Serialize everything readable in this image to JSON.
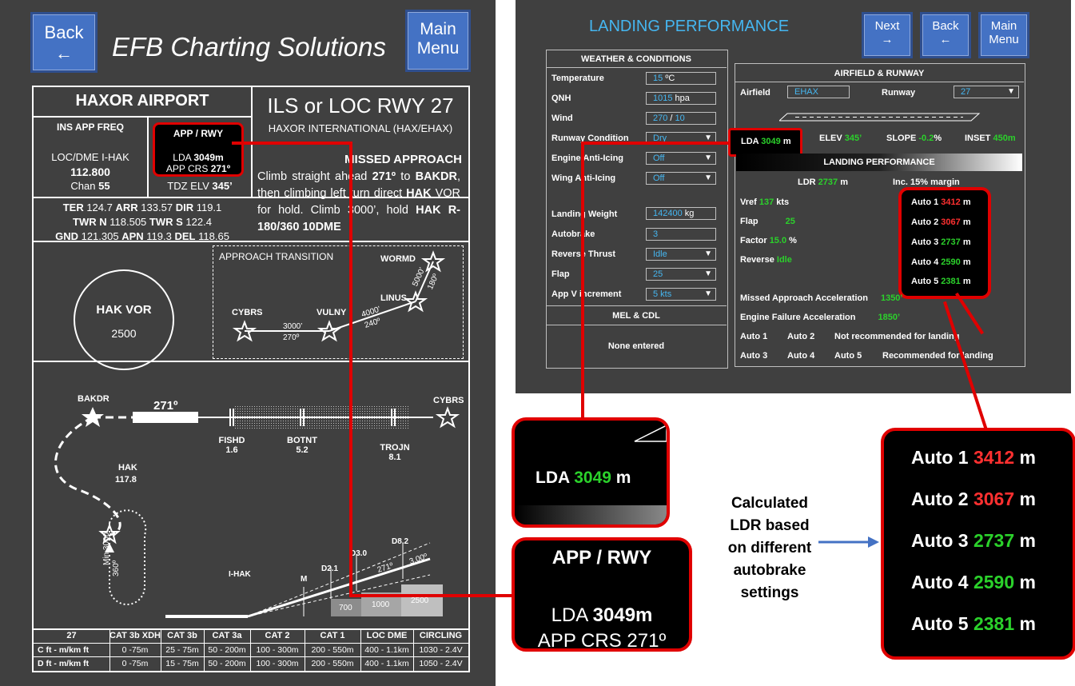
{
  "left_chart": {
    "back_button": {
      "label": "Back",
      "arrow": "←"
    },
    "title": "EFB Charting Solutions",
    "main_menu_button": {
      "line1": "Main",
      "line2": "Menu"
    },
    "airport_name": "HAXOR AIRPORT",
    "approach_title": "ILS or LOC RWY 27",
    "approach_subtitle": "HAXOR INTERNATIONAL (HAX/EHAX)",
    "ins_app_freq_label": "INS APP FREQ",
    "loc_dme": "LOC/DME  I-HAK",
    "loc_freq": "112.800",
    "chan_label": "Chan",
    "chan_value": "55",
    "app_rwy_label": "APP / RWY",
    "lda_label": "LDA",
    "lda_value": "3049m",
    "app_crs_label": "APP CRS",
    "app_crs_value": "271º",
    "tdz_label": "TDZ ELV",
    "tdz_value": "345’",
    "freqs": {
      "ter_l": "TER",
      "ter_v": "124.7",
      "arr_l": "ARR",
      "arr_v": "133.57",
      "dir_l": "DIR",
      "dir_v": "119.1",
      "twrn_l": "TWR N",
      "twrn_v": "118.505",
      "twrs_l": "TWR S",
      "twrs_v": "122.4",
      "gnd_l": "GND",
      "gnd_v": "121.305",
      "apn_l": "APN",
      "apn_v": "119.3",
      "del_l": "DEL",
      "del_v": "118.65"
    },
    "missed_title": "MISSED APPROACH",
    "missed_parts": [
      "Climb straight ahead ",
      "271º",
      " to ",
      "BAKDR",
      ", then climbing left turn direct ",
      "HAK",
      " VOR for hold. Climb 3000’, hold ",
      "HAK R-180/360 10DME"
    ],
    "approach_transition": "APPROACH TRANSITION",
    "vor_name": "HAK VOR",
    "vor_alt": "2500",
    "waypoints": {
      "cybrs": "CYBRS",
      "vulny": "VULNY",
      "linus": "LINUS",
      "wormd": "WORMD",
      "bakdr": "BAKDR",
      "cybrs2": "CYBRS"
    },
    "leg1_alt": "3000’",
    "leg1_crs": "270º",
    "leg2_alt": "4000’",
    "leg2_crs": "240º",
    "leg3_alt": "5000’",
    "leg3_crs": "180º",
    "course_final": "271º",
    "fixes": [
      {
        "name": "FISHD",
        "dist": "1.6"
      },
      {
        "name": "BOTNT",
        "dist": "5.2"
      },
      {
        "name": "TROJN",
        "dist": "8.1"
      }
    ],
    "hak_label": "HAK",
    "hak_freq": "117.8",
    "hold_alt": "Min 3000’",
    "hold_crs": "360º",
    "profile": {
      "ihak": "I-HAK",
      "m": "M",
      "d21": "D2.1",
      "d30": "D3.0",
      "d82": "D8.2",
      "c271": "271º",
      "c300": "3.00º",
      "a700": "700",
      "a1000": "1000",
      "a2500": "2500"
    },
    "minima_table": {
      "headers": [
        "27",
        "CAT 3b XDH",
        "CAT 3b",
        "CAT 3a",
        "CAT 2",
        "CAT 1",
        "LOC DME",
        "CIRCLING"
      ],
      "rows": [
        [
          "C   ft - m/km ft",
          "0 -75m",
          "25 - 75m",
          "50 - 200m",
          "100 - 300m",
          "200 - 550m",
          "400 - 1.1km",
          "1030 - 2.4V"
        ],
        [
          "D   ft - m/km ft",
          "0 -75m",
          "15 - 75m",
          "50 - 200m",
          "100 - 300m",
          "200 - 550m",
          "400 - 1.1km",
          "1050 - 2.4V"
        ]
      ]
    }
  },
  "right_panel": {
    "title": "LANDING  PERFORMANCE",
    "next_button": {
      "label": "Next",
      "arrow": "→"
    },
    "back_button": {
      "label": "Back",
      "arrow": "←"
    },
    "main_menu_button": {
      "line1": "Main",
      "line2": "Menu"
    },
    "weather_header": "WEATHER & CONDITIONS",
    "weather_rows": [
      {
        "label": "Temperature",
        "value": "15",
        "unit": "ºC"
      },
      {
        "label": "QNH",
        "value": "1015",
        "unit": "hpa"
      },
      {
        "label": "Wind",
        "value": "270",
        "sep": "/",
        "value2": "10"
      },
      {
        "label": "Runway Condition",
        "value": "Dry"
      },
      {
        "label": "Engine Anti-Icing",
        "value": "Off"
      },
      {
        "label": "Wing Anti-Icing",
        "value": "Off"
      },
      {
        "label": "Landing Weight",
        "value": "142400",
        "unit": "kg"
      },
      {
        "label": "Autobrake",
        "value": "3"
      },
      {
        "label": "Reverse Thrust",
        "value": "Idle"
      },
      {
        "label": "Flap",
        "value": "25"
      },
      {
        "label": "App V increment",
        "value": "5 kts"
      }
    ],
    "mel_header": "MEL & CDL",
    "mel_value": "None entered",
    "airfield_header": "AIRFIELD & RUNWAY",
    "airfield_label": "Airfield",
    "airfield_value": "EHAX",
    "runway_label": "Runway",
    "runway_value": "27",
    "lda_label": "LDA",
    "lda_value": "3049",
    "lda_unit": "m",
    "elev_label": "ELEV",
    "elev_value": "345’",
    "slope_label": "SLOPE",
    "slope_value": "-0.2",
    "slope_unit": "%",
    "inset_label": "INSET",
    "inset_value": "450m",
    "perf_header": "LANDING PERFORMANCE",
    "ldr_label": "LDR",
    "ldr_value": "2737",
    "ldr_unit": "m",
    "margin_note": "Inc. 15% margin",
    "vref_label": "Vref",
    "vref_value": "137",
    "vref_unit": "kts",
    "flap_label": "Flap",
    "flap_value": "25",
    "factor_label": "Factor",
    "factor_value": "15.0",
    "factor_unit": "%",
    "reverse_label": "Reverse",
    "reverse_value": "Idle",
    "autos": [
      {
        "label": "Auto 1",
        "value": "3412",
        "unit": "m",
        "status": "red"
      },
      {
        "label": "Auto 2",
        "value": "3067",
        "unit": "m",
        "status": "red"
      },
      {
        "label": "Auto 3",
        "value": "2737",
        "unit": "m",
        "status": "green"
      },
      {
        "label": "Auto 4",
        "value": "2590",
        "unit": "m",
        "status": "green"
      },
      {
        "label": "Auto 5",
        "value": "2381",
        "unit": "m",
        "status": "green"
      }
    ],
    "missed_acc_label": "Missed Approach Acceleration",
    "missed_acc_value": "1350’",
    "eng_fail_label": "Engine Failure Acceleration",
    "eng_fail_value": "1850’",
    "legend_red": [
      "Auto 1",
      "Auto 2",
      "Not recommended for landing"
    ],
    "legend_green": [
      "Auto 3",
      "Auto 4",
      "Auto 5",
      "Recommended for landing"
    ]
  },
  "callouts": {
    "lda_label": "LDA",
    "lda_value": "3049",
    "lda_unit": "m",
    "app_rwy_label": "APP / RWY",
    "app_lda_label": "LDA",
    "app_lda_value": "3049m",
    "app_crs_partial": "APP CRS 271º",
    "annotation": "Calculated LDR based on different autobrake settings"
  },
  "colors": {
    "accent_blue": "#4472c4",
    "callout_red": "#e00000",
    "value_green": "#2bd12b",
    "value_red": "#ff3030",
    "field_blue": "#45b6f0"
  }
}
